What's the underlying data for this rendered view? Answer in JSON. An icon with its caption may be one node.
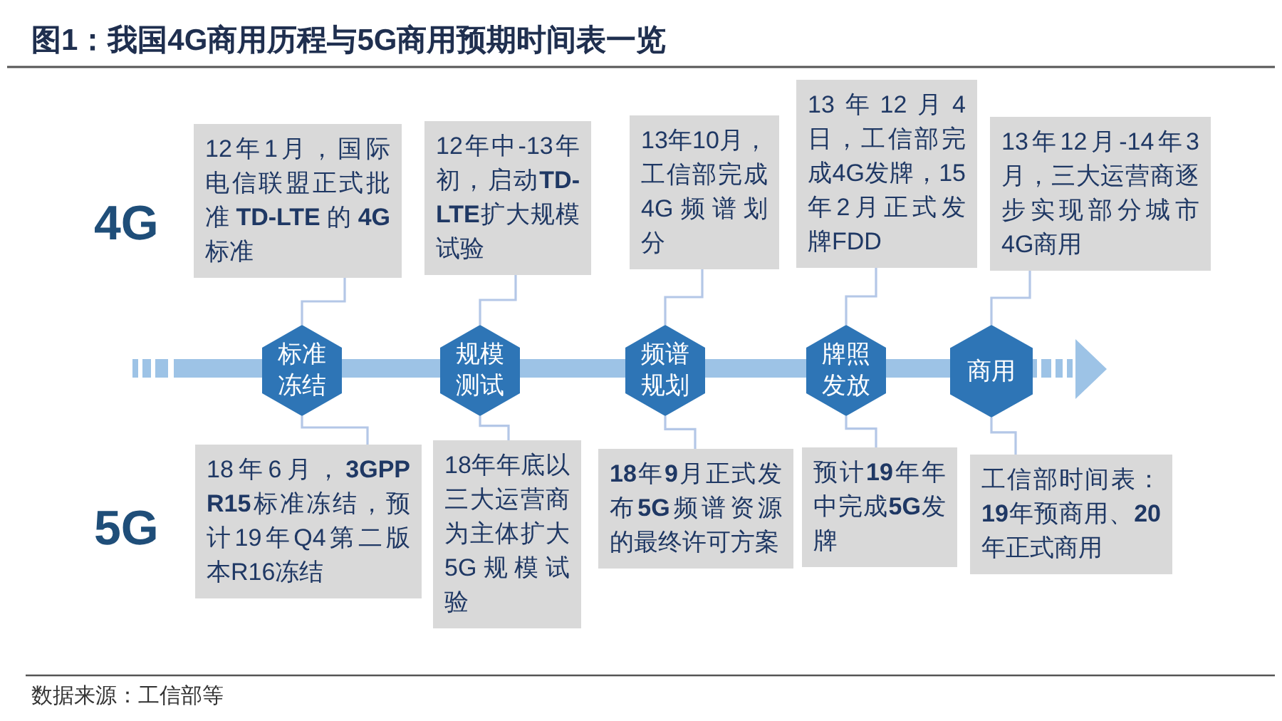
{
  "diagram": {
    "title": "图1：我国4G商用历程与5G商用预期时间表一览",
    "caption": "数据来源：工信部等",
    "nodes": [
      {
        "text": [
          "12年1月，国际电信联盟正式批准**TD-LTE**的**4G**标准"
        ]
      },
      {
        "text": [
          "12年中-13年初，启动**TD-LTE**扩大规模试验"
        ]
      },
      {
        "text": [
          "13年10月，工信部完成4G频谱划分"
        ]
      },
      {
        "text": [
          "13年12月4日，工信部完成4G发牌，15年2月正式发牌FDD"
        ]
      },
      {
        "text": [
          "13年12月-14年3月，三大运营商逐步实现部分城市4G商用"
        ]
      },
      {
        "text": [
          "标准冻结"
        ]
      },
      {
        "text": [
          "规模测试"
        ]
      },
      {
        "text": [
          "频谱规划"
        ]
      },
      {
        "text": [
          "牌照发放"
        ]
      },
      {
        "text": [
          "商用"
        ]
      },
      {
        "text": [
          "18年6月，**3GPP R15**标准冻结，预计19年Q4第二版本R16冻结"
        ]
      },
      {
        "text": [
          "18年年底以三大运营商为主体扩大5G规模试验"
        ]
      },
      {
        "text": [
          "**18**年**9**月正式发布**5G**频谱资源的最终许可方案"
        ]
      },
      {
        "text": [
          "预计**19**年年中完成**5G**发牌"
        ]
      },
      {
        "text": [
          "工信部时间表：**19**年预商用、**20**年正式商用"
        ]
      }
    ],
    "edges": [
      {
        "from": 0,
        "to": 5,
        "arrow": "none"
      },
      {
        "from": 1,
        "to": 6,
        "arrow": "none"
      },
      {
        "from": 2,
        "to": 7,
        "arrow": "none"
      },
      {
        "from": 3,
        "to": 8,
        "arrow": "none"
      },
      {
        "from": 4,
        "to": 9,
        "arrow": "none"
      },
      {
        "from": 5,
        "to": 10,
        "arrow": "none"
      },
      {
        "from": 6,
        "to": 11,
        "arrow": "none"
      },
      {
        "from": 7,
        "to": 12,
        "arrow": "none"
      },
      {
        "from": 8,
        "to": 13,
        "arrow": "none"
      },
      {
        "from": 9,
        "to": 14,
        "arrow": "none"
      }
    ],
    "labels": [
      "4G",
      "5G"
    ]
  }
}
